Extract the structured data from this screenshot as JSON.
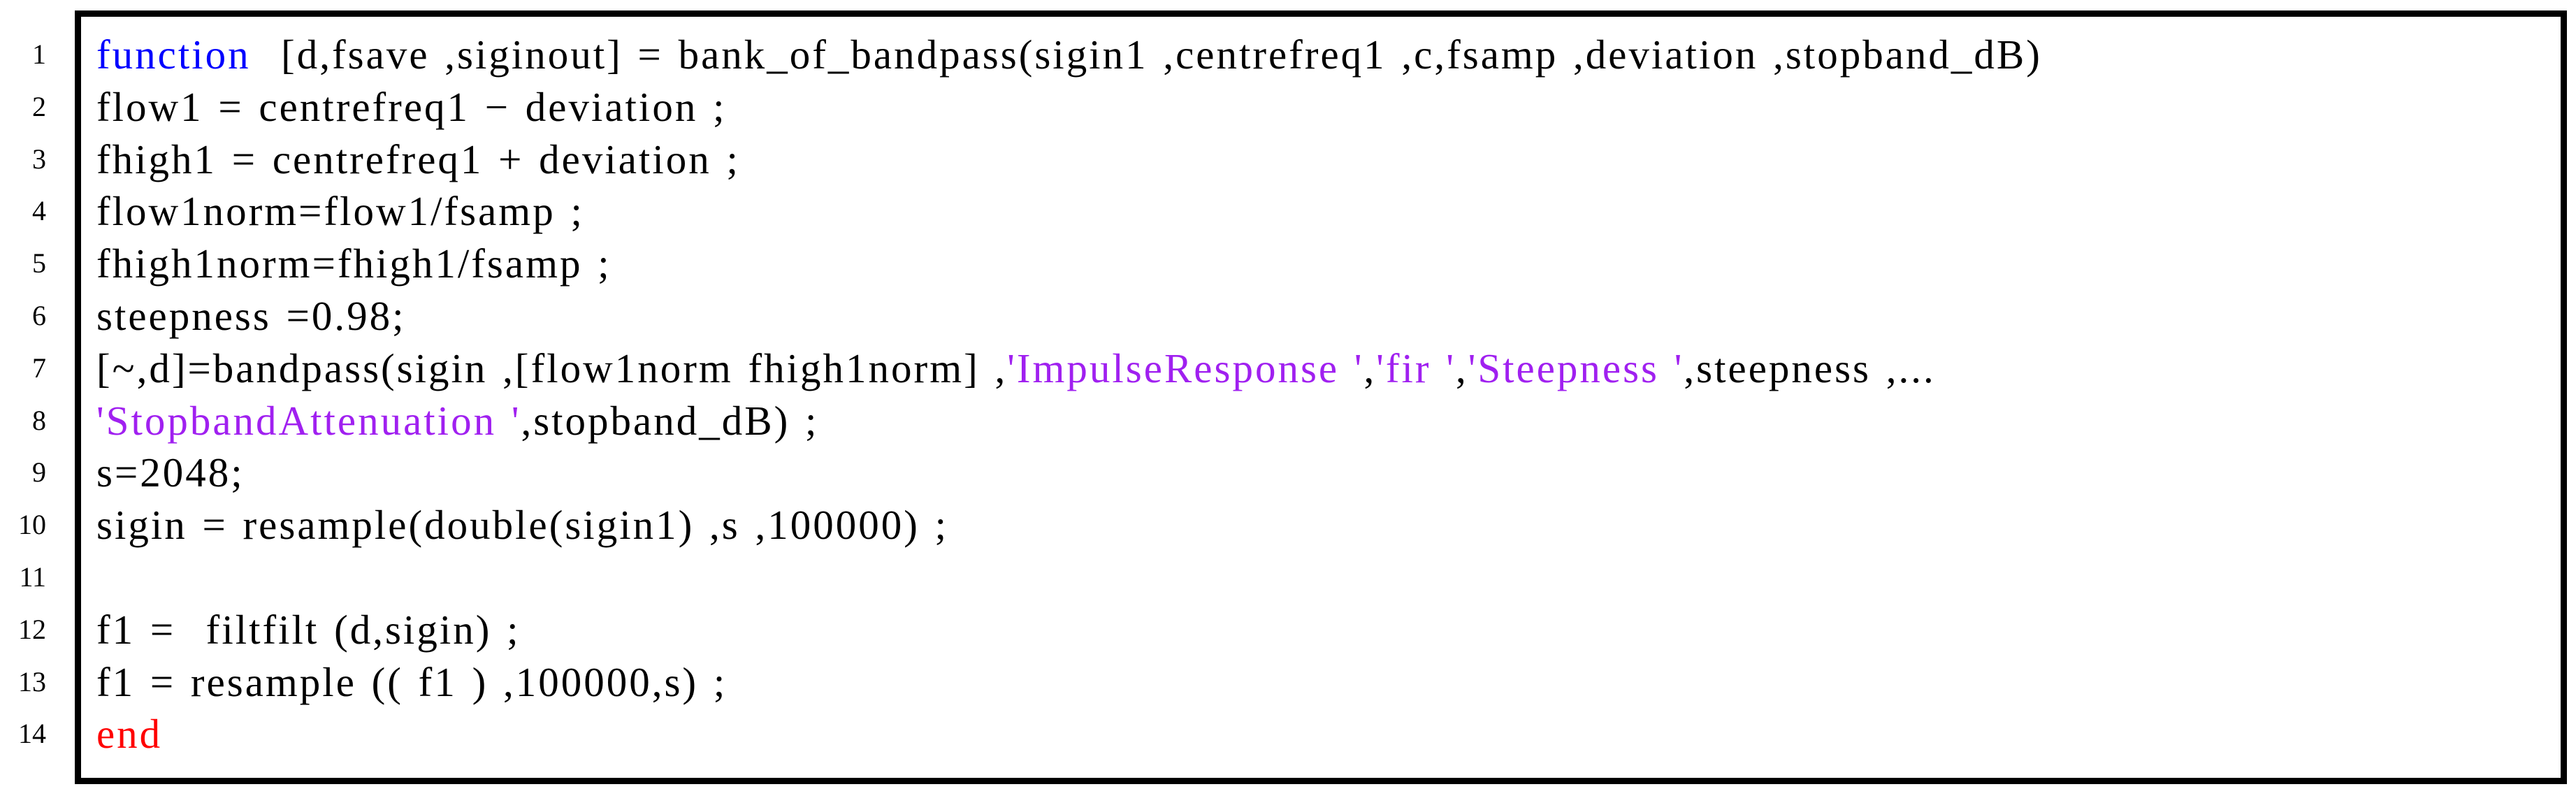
{
  "colors": {
    "plain": "#000000",
    "keyword": "#0000ff",
    "string": "#a020f0",
    "endkw": "#ff0000",
    "line_number": "#000000",
    "frame_border": "#000000",
    "background": "#ffffff"
  },
  "listing": {
    "language": "matlab-code-listing",
    "lines": [
      {
        "number": "1",
        "segments": [
          {
            "style": "keyword",
            "text": "function"
          },
          {
            "style": "plain",
            "text": "  [d,fsave ,siginout] = bank_of_bandpass(sigin1 ,centrefreq1 ,c,fsamp ,deviation ,stopband_dB)"
          }
        ]
      },
      {
        "number": "2",
        "segments": [
          {
            "style": "plain",
            "text": "flow1 = centrefreq1 − deviation ;"
          }
        ]
      },
      {
        "number": "3",
        "segments": [
          {
            "style": "plain",
            "text": "fhigh1 = centrefreq1 + deviation ;"
          }
        ]
      },
      {
        "number": "4",
        "segments": [
          {
            "style": "plain",
            "text": "flow1norm=flow1/fsamp ;"
          }
        ]
      },
      {
        "number": "5",
        "segments": [
          {
            "style": "plain",
            "text": "fhigh1norm=fhigh1/fsamp ;"
          }
        ]
      },
      {
        "number": "6",
        "segments": [
          {
            "style": "plain",
            "text": "steepness =0.98;"
          }
        ]
      },
      {
        "number": "7",
        "segments": [
          {
            "style": "plain",
            "text": "[~,d]=bandpass(sigin ,[flow1norm fhigh1norm] ,"
          },
          {
            "style": "string",
            "text": "'ImpulseResponse '"
          },
          {
            "style": "plain",
            "text": ","
          },
          {
            "style": "string",
            "text": "'fir '"
          },
          {
            "style": "plain",
            "text": ","
          },
          {
            "style": "string",
            "text": "'Steepness '"
          },
          {
            "style": "plain",
            "text": ",steepness ,..."
          }
        ]
      },
      {
        "number": "8",
        "segments": [
          {
            "style": "string",
            "text": "'StopbandAttenuation '"
          },
          {
            "style": "plain",
            "text": ",stopband_dB) ;"
          }
        ]
      },
      {
        "number": "9",
        "segments": [
          {
            "style": "plain",
            "text": "s=2048;"
          }
        ]
      },
      {
        "number": "10",
        "segments": [
          {
            "style": "plain",
            "text": "sigin = resample(double(sigin1) ,s ,100000) ;"
          }
        ]
      },
      {
        "number": "11",
        "segments": []
      },
      {
        "number": "12",
        "segments": [
          {
            "style": "plain",
            "text": "f1 =  filtfilt (d,sigin) ;"
          }
        ]
      },
      {
        "number": "13",
        "segments": [
          {
            "style": "plain",
            "text": "f1 = resample (( f1 ) ,100000,s) ;"
          }
        ]
      },
      {
        "number": "14",
        "segments": [
          {
            "style": "endkw",
            "text": "end"
          }
        ]
      }
    ]
  }
}
